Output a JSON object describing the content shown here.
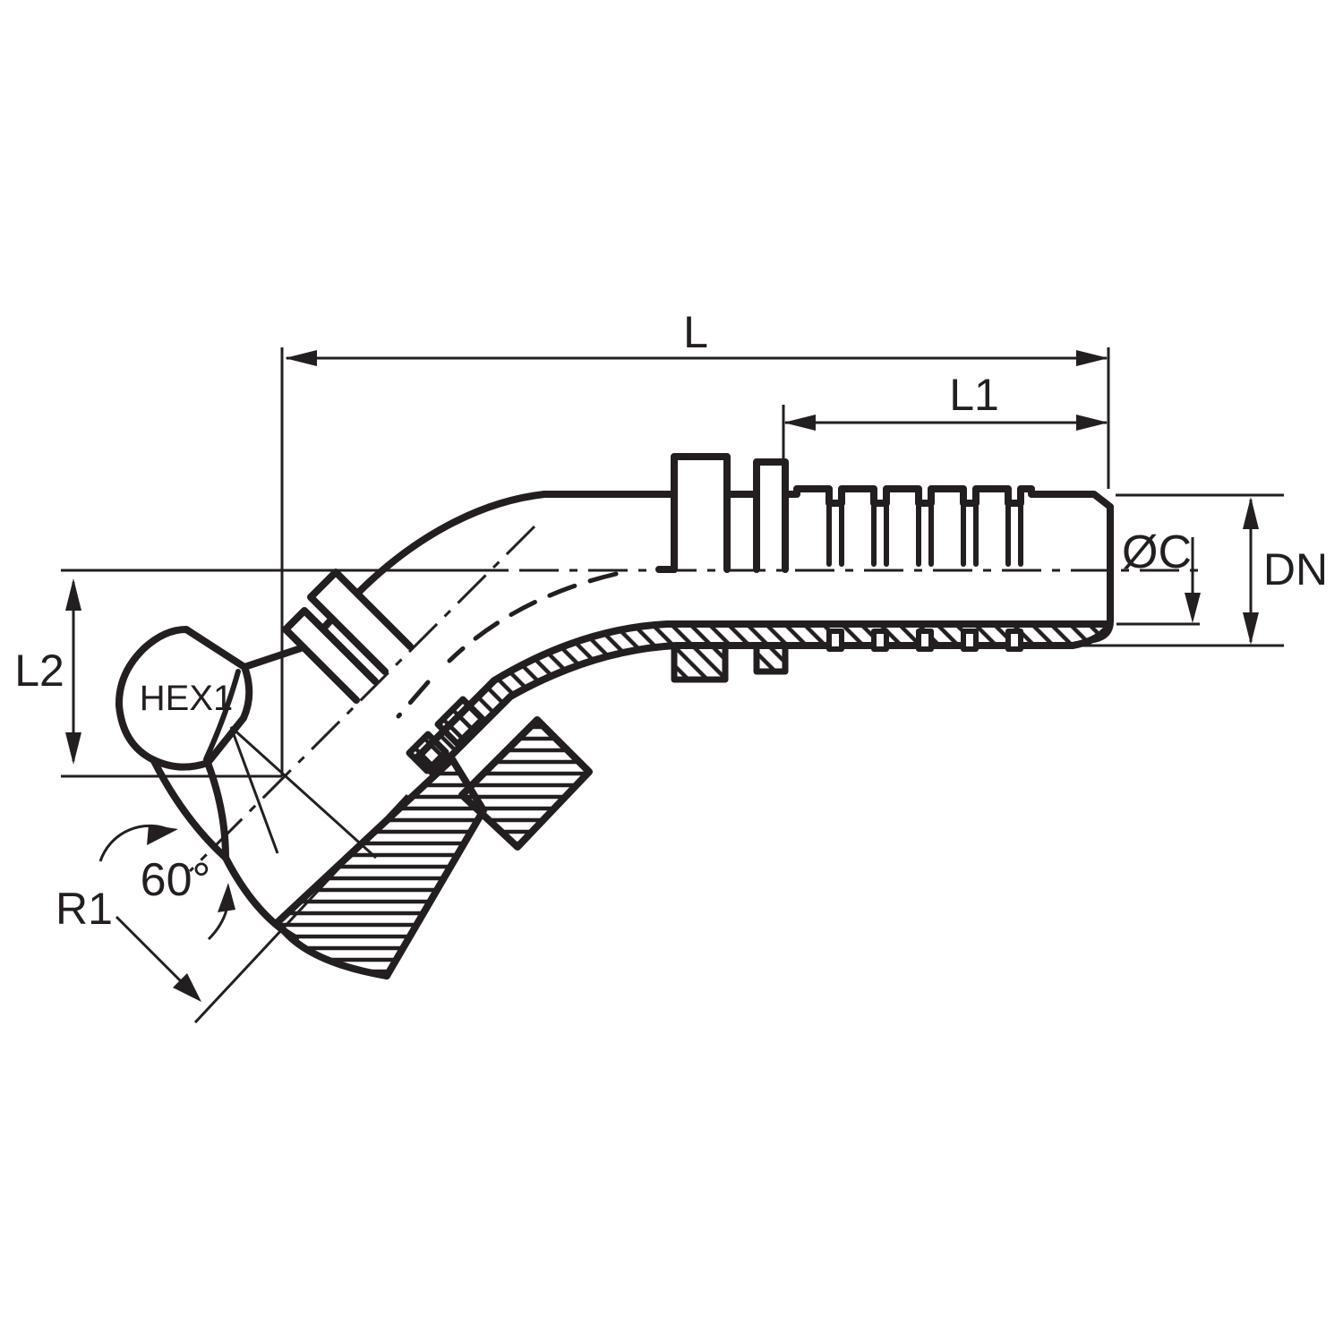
{
  "drawing": {
    "dimensions": {
      "overall_length": "L",
      "insert_length": "L1",
      "elbow_drop": "L2",
      "hose_diameter": "DN",
      "bore_diameter": "ØC",
      "hex_size": "HEX1",
      "seat_angle": "60°",
      "seat_radius": "R1"
    },
    "colors": {
      "line": "#231f20",
      "background": "#ffffff"
    }
  }
}
